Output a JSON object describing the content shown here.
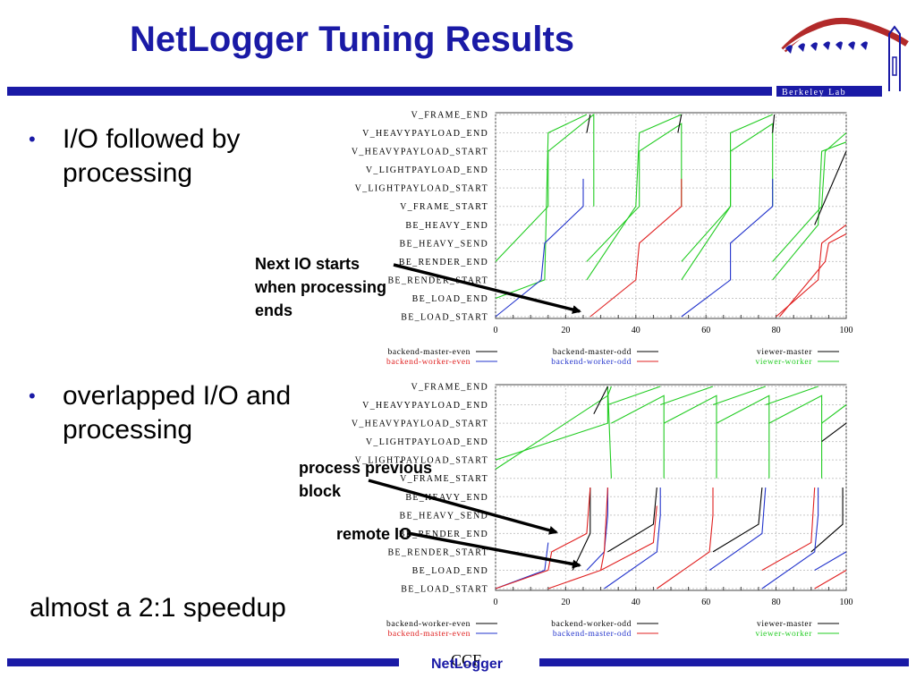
{
  "slide": {
    "title": "NetLogger Tuning Results",
    "bullet1": [
      "I/O followed by",
      "processing"
    ],
    "bullet2": [
      "overlapped I/O and",
      "processing"
    ],
    "bullet_marker": "•",
    "speedup": "almost a 2:1 speedup",
    "callout1": [
      "Next IO starts",
      "when processing",
      "ends"
    ],
    "callout2": [
      "process previous",
      "block"
    ],
    "callout3": "remote IO",
    "footer_ccf": "CCF",
    "footer_netlogger": "NetLogger",
    "logo_text": "Berkeley Lab",
    "brand_color": "#1a1aa6"
  },
  "chart_data": [
    {
      "type": "line",
      "title": "",
      "xlabel": "",
      "ylabel": "",
      "xlim": [
        0,
        100
      ],
      "x_ticks": [
        "0",
        "20",
        "40",
        "60",
        "80",
        "100"
      ],
      "y_categories": [
        "BE_LOAD_START",
        "BE_LOAD_END",
        "BE_RENDER_START",
        "BE_RENDER_END",
        "BE_HEAVY_SEND",
        "BE_HEAVY_END",
        "V_FRAME_START",
        "V_LIGHTPAYLOAD_START",
        "V_LIGHTPAYLOAD_END",
        "V_HEAVYPAYLOAD_START",
        "V_HEAVYPAYLOAD_END",
        "V_FRAME_END"
      ],
      "grid": true,
      "legend": [
        {
          "name": "backend-master-even",
          "color": "#000000"
        },
        {
          "name": "backend-master-odd",
          "color": "#000000"
        },
        {
          "name": "viewer-master",
          "color": "#000000"
        },
        {
          "name": "backend-worker-even",
          "color": "#2233cc"
        },
        {
          "name": "backend-worker-odd",
          "color": "#e02020"
        },
        {
          "name": "viewer-worker",
          "color": "#22cc22"
        }
      ],
      "legend_label_colors": [
        "#000000",
        "#000000",
        "#000000",
        "#e02020",
        "#2233cc",
        "#22cc22"
      ],
      "series": [
        {
          "color": "#22cc22",
          "values": [
            [
              [
                0,
                3.0
              ],
              [
                15,
                6.0
              ],
              [
                15,
                9.0
              ],
              [
                28,
                11.0
              ],
              [
                28,
                6.0
              ]
            ],
            [
              [
                0,
                1.0
              ],
              [
                14,
                2.0
              ],
              [
                15,
                10.0
              ],
              [
                26,
                11.0
              ]
            ],
            [
              [
                26,
                2.0
              ],
              [
                40,
                6.0
              ],
              [
                41,
                10.0
              ],
              [
                53,
                11.0
              ]
            ],
            [
              [
                26,
                3.0
              ],
              [
                41,
                6.0
              ],
              [
                41,
                9.0
              ],
              [
                53,
                10.5
              ],
              [
                53,
                6.0
              ]
            ],
            [
              [
                53,
                2.0
              ],
              [
                67,
                6.0
              ],
              [
                67,
                10.0
              ],
              [
                79,
                11.0
              ]
            ],
            [
              [
                53,
                3.0
              ],
              [
                67,
                6.0
              ],
              [
                67,
                9.0
              ],
              [
                79,
                10.5
              ],
              [
                79,
                6.0
              ]
            ],
            [
              [
                79,
                3.0
              ],
              [
                93,
                6.0
              ],
              [
                94,
                9.0
              ],
              [
                100,
                10.0
              ]
            ],
            [
              [
                79,
                2.0
              ],
              [
                92,
                5.0
              ],
              [
                93,
                9.0
              ],
              [
                100,
                9.5
              ]
            ]
          ]
        },
        {
          "color": "#000000",
          "values": [
            [
              [
                26,
                10.0
              ],
              [
                27,
                11.0
              ]
            ],
            [
              [
                52,
                10.0
              ],
              [
                53,
                11.0
              ]
            ],
            [
              [
                79,
                10.0
              ],
              [
                79.5,
                11.0
              ]
            ],
            [
              [
                91,
                5.0
              ],
              [
                100,
                9.0
              ]
            ]
          ]
        },
        {
          "color": "#2233cc",
          "values": [
            [
              [
                0,
                0.0
              ],
              [
                13,
                2.0
              ],
              [
                14,
                4.0
              ],
              [
                25,
                6.0
              ],
              [
                25,
                7.5
              ]
            ],
            [
              [
                53,
                0.0
              ],
              [
                67,
                2.0
              ],
              [
                67,
                4.0
              ],
              [
                79,
                6.0
              ],
              [
                79,
                7.5
              ]
            ]
          ]
        },
        {
          "color": "#e02020",
          "values": [
            [
              [
                27,
                0.0
              ],
              [
                40,
                2.0
              ],
              [
                41,
                4.0
              ],
              [
                53,
                6.0
              ],
              [
                53,
                7.5
              ]
            ],
            [
              [
                80,
                0.0
              ],
              [
                92,
                2.0
              ],
              [
                93,
                4.0
              ],
              [
                100,
                5.0
              ]
            ],
            [
              [
                81,
                0.0
              ],
              [
                94,
                3.0
              ],
              [
                95,
                4.0
              ],
              [
                100,
                4.5
              ]
            ]
          ]
        }
      ]
    },
    {
      "type": "line",
      "title": "",
      "xlabel": "",
      "ylabel": "",
      "xlim": [
        0,
        100
      ],
      "x_ticks": [
        "0",
        "20",
        "40",
        "60",
        "80",
        "100"
      ],
      "y_categories": [
        "BE_LOAD_START",
        "BE_LOAD_END",
        "BE_RENDER_START",
        "BE_RENDER_END",
        "BE_HEAVY_SEND",
        "BE_HEAVY_END",
        "V_FRAME_START",
        "V_LIGHTPAYLOAD_START",
        "V_LIGHTPAYLOAD_END",
        "V_HEAVYPAYLOAD_START",
        "V_HEAVYPAYLOAD_END",
        "V_FRAME_END"
      ],
      "grid": true,
      "legend": [
        {
          "name": "backend-worker-even",
          "color": "#000000"
        },
        {
          "name": "backend-worker-odd",
          "color": "#000000"
        },
        {
          "name": "viewer-master",
          "color": "#000000"
        },
        {
          "name": "backend-master-even",
          "color": "#2233cc"
        },
        {
          "name": "backend-master-odd",
          "color": "#e02020"
        },
        {
          "name": "viewer-worker",
          "color": "#22cc22"
        }
      ],
      "legend_label_colors": [
        "#000000",
        "#000000",
        "#000000",
        "#e02020",
        "#2233cc",
        "#22cc22"
      ],
      "series": [
        {
          "color": "#22cc22",
          "values": [
            [
              [
                0,
                6.5
              ],
              [
                32,
                10.5
              ],
              [
                33,
                11.0
              ]
            ],
            [
              [
                0,
                7.0
              ],
              [
                32,
                9.0
              ],
              [
                32,
                11.0
              ],
              [
                33,
                6.0
              ]
            ],
            [
              [
                33,
                9.0
              ],
              [
                48,
                10.5
              ],
              [
                48,
                6.0
              ]
            ],
            [
              [
                48,
                9.0
              ],
              [
                63,
                10.5
              ],
              [
                63,
                6.0
              ]
            ],
            [
              [
                63,
                9.0
              ],
              [
                78,
                10.5
              ],
              [
                78,
                6.0
              ]
            ],
            [
              [
                78,
                9.0
              ],
              [
                93,
                10.5
              ],
              [
                93,
                6.0
              ]
            ],
            [
              [
                93,
                9.0
              ],
              [
                100,
                10.0
              ]
            ],
            [
              [
                32,
                10.0
              ],
              [
                47,
                11.0
              ]
            ],
            [
              [
                47,
                10.0
              ],
              [
                62,
                11.0
              ]
            ],
            [
              [
                62,
                10.0
              ],
              [
                77,
                11.0
              ]
            ],
            [
              [
                77,
                10.0
              ],
              [
                92,
                11.0
              ]
            ]
          ]
        },
        {
          "color": "#000000",
          "values": [
            [
              [
                28,
                9.5
              ],
              [
                32,
                11.0
              ]
            ],
            [
              [
                93,
                8.0
              ],
              [
                100,
                9.0
              ]
            ],
            [
              [
                22,
                1.0
              ],
              [
                27,
                3.0
              ],
              [
                27,
                5.5
              ]
            ],
            [
              [
                32,
                2.0
              ],
              [
                45,
                3.5
              ],
              [
                46,
                5.5
              ]
            ],
            [
              [
                62,
                2.0
              ],
              [
                75,
                3.5
              ],
              [
                76,
                5.5
              ]
            ],
            [
              [
                90,
                2.0
              ],
              [
                99,
                3.5
              ],
              [
                99,
                5.5
              ]
            ]
          ]
        },
        {
          "color": "#2233cc",
          "values": [
            [
              [
                0,
                0.0
              ],
              [
                14,
                1.0
              ],
              [
                15,
                2.5
              ]
            ],
            [
              [
                26,
                1.0
              ],
              [
                31,
                2.0
              ],
              [
                32,
                4.0
              ],
              [
                32,
                5.5
              ]
            ],
            [
              [
                31,
                0.0
              ],
              [
                46,
                2.0
              ],
              [
                47,
                4.0
              ],
              [
                47,
                5.5
              ]
            ],
            [
              [
                61,
                1.0
              ],
              [
                76,
                3.0
              ],
              [
                77,
                5.5
              ]
            ],
            [
              [
                76,
                0.0
              ],
              [
                91,
                2.0
              ],
              [
                92,
                4.0
              ],
              [
                92,
                5.5
              ]
            ],
            [
              [
                91,
                1.0
              ],
              [
                100,
                2.0
              ]
            ]
          ]
        },
        {
          "color": "#e02020",
          "values": [
            [
              [
                0,
                0.0
              ],
              [
                15,
                1.0
              ],
              [
                16,
                2.0
              ],
              [
                26,
                3.0
              ],
              [
                27,
                5.5
              ]
            ],
            [
              [
                15,
                0.0
              ],
              [
                30,
                1.0
              ],
              [
                31,
                2.0
              ],
              [
                32,
                5.5
              ]
            ],
            [
              [
                46,
                0.0
              ],
              [
                61,
                2.0
              ],
              [
                62,
                4.0
              ],
              [
                62,
                5.5
              ]
            ],
            [
              [
                30,
                1.0
              ],
              [
                45,
                2.5
              ],
              [
                46,
                4.5
              ]
            ],
            [
              [
                76,
                1.0
              ],
              [
                90,
                2.5
              ],
              [
                91,
                5.5
              ]
            ],
            [
              [
                91,
                0.0
              ],
              [
                100,
                1.0
              ]
            ]
          ]
        }
      ]
    }
  ]
}
